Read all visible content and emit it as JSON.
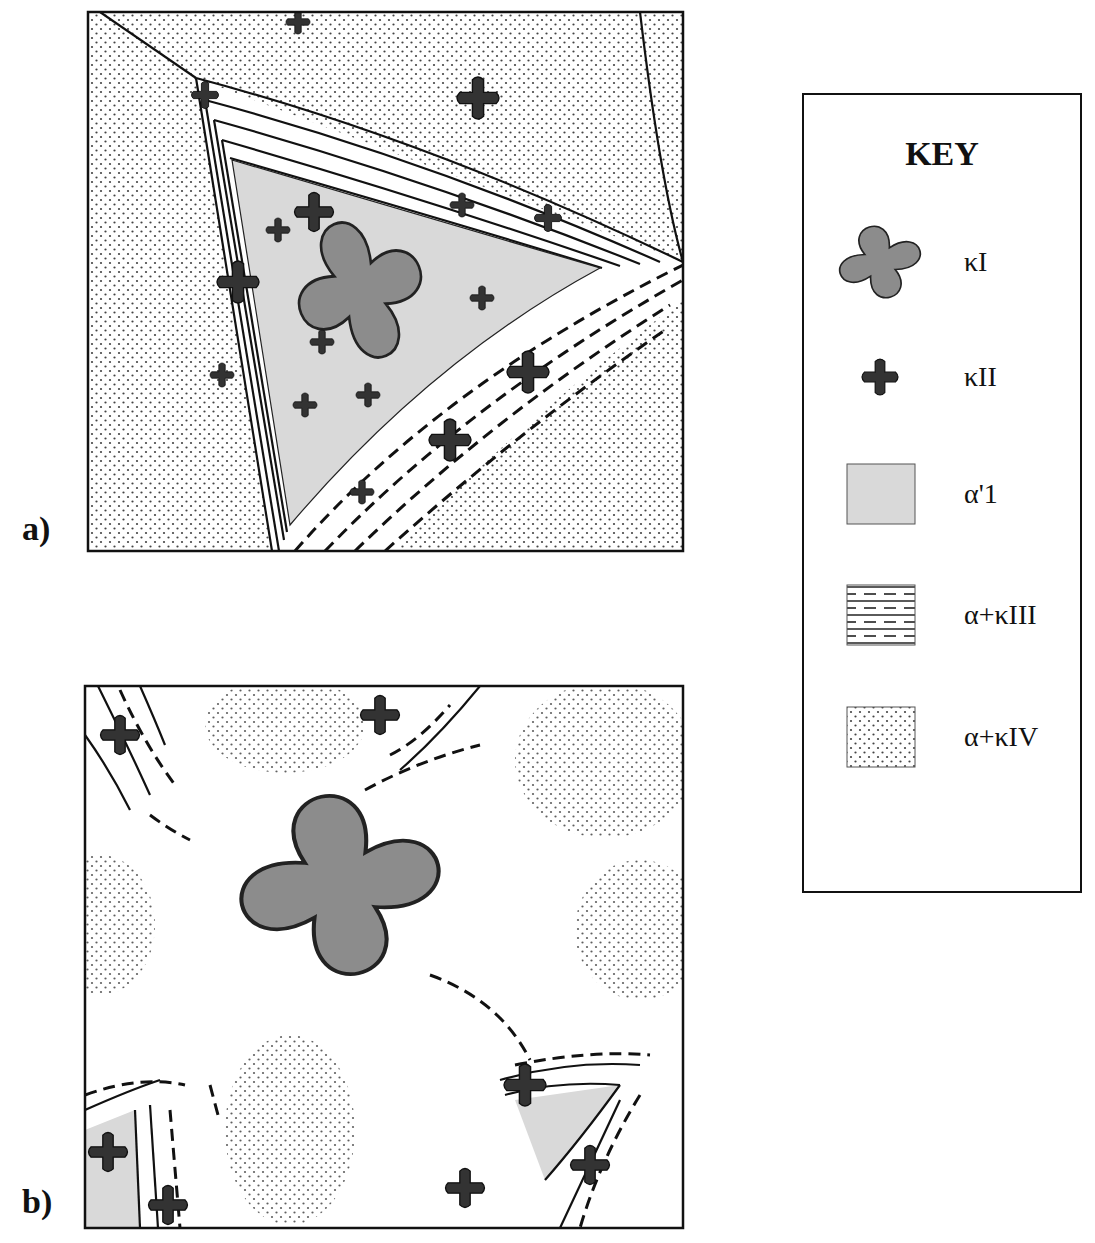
{
  "diagram": {
    "nodes": [
      {
        "text": [
          "KEY"
        ]
      }
    ],
    "labels": [
      "a)",
      "b)"
    ],
    "legend": [
      {
        "text": "κI"
      },
      {
        "text": "κII"
      },
      {
        "text": "α'1",
        "color": "#d9d9d9"
      },
      {
        "text": "α+κIII"
      },
      {
        "text": "α+κIV"
      }
    ]
  }
}
